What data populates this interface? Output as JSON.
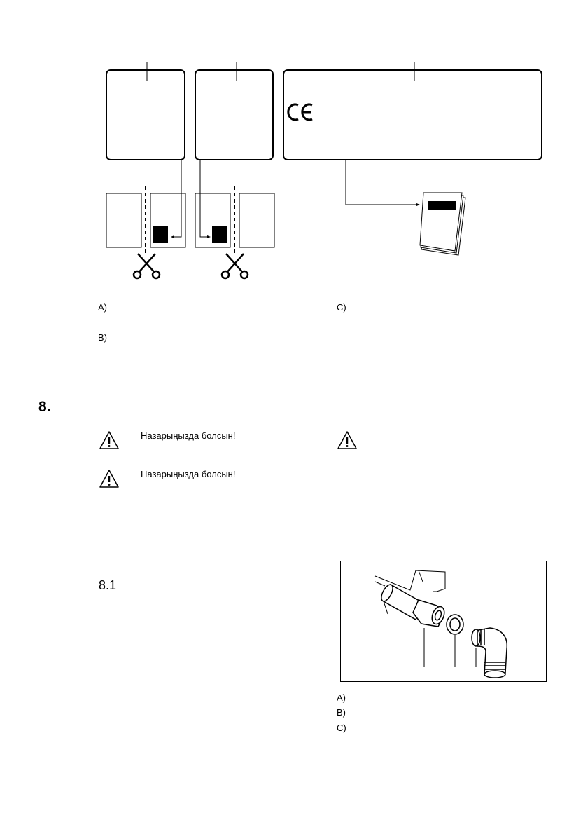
{
  "rating_plate_labels": [
    "A)",
    "B)",
    "C)"
  ],
  "section": {
    "number": "8."
  },
  "warnings": [
    {
      "text": "Назарыңызда болсын!",
      "icon": "warning-triangle-icon"
    },
    {
      "text": "",
      "icon": "warning-triangle-icon"
    },
    {
      "text": "Назарыңызда болсын!",
      "icon": "warning-triangle-icon"
    }
  ],
  "subsection": {
    "number": "8.1"
  },
  "connector_labels": [
    "A)",
    "B)",
    "C)"
  ]
}
